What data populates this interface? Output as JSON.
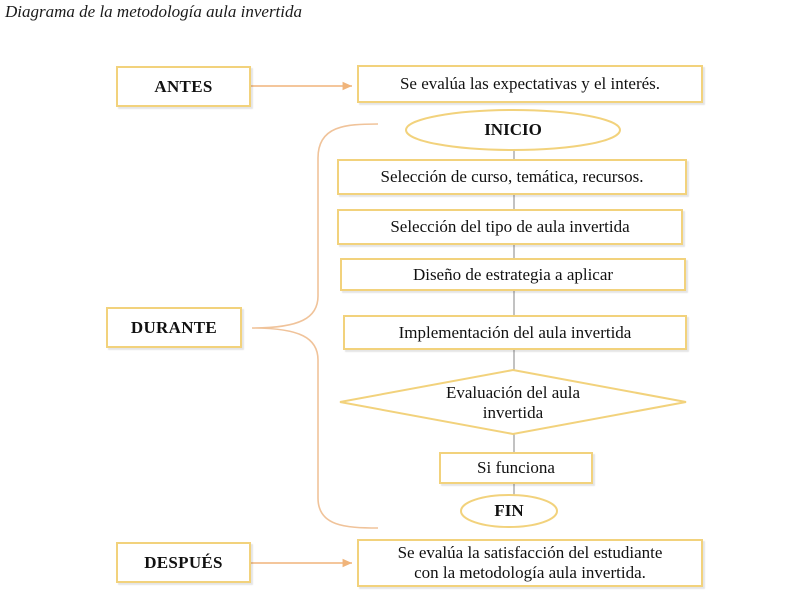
{
  "caption": "Diagrama de la metodología aula invertida",
  "phases": {
    "antes": "ANTES",
    "durante": "DURANTE",
    "despues": "DESPUÉS"
  },
  "notes": {
    "antes": "Se evalúa las expectativas y el interés.",
    "despues_line1": "Se evalúa la satisfacción del estudiante",
    "despues_line2": "con la metodología aula invertida."
  },
  "flow": {
    "start": "INICIO",
    "step1": "Selección de curso, temática, recursos.",
    "step2": "Selección del tipo de aula invertida",
    "step3": "Diseño de estrategia a aplicar",
    "step4": "Implementación del aula invertida",
    "decision_line1": "Evaluación del aula",
    "decision_line2": "invertida",
    "result": "Si funciona",
    "end": "FIN"
  },
  "colors": {
    "box_border": "#f2d27c",
    "connector": "#f0b47a",
    "flow_line": "#999999"
  }
}
